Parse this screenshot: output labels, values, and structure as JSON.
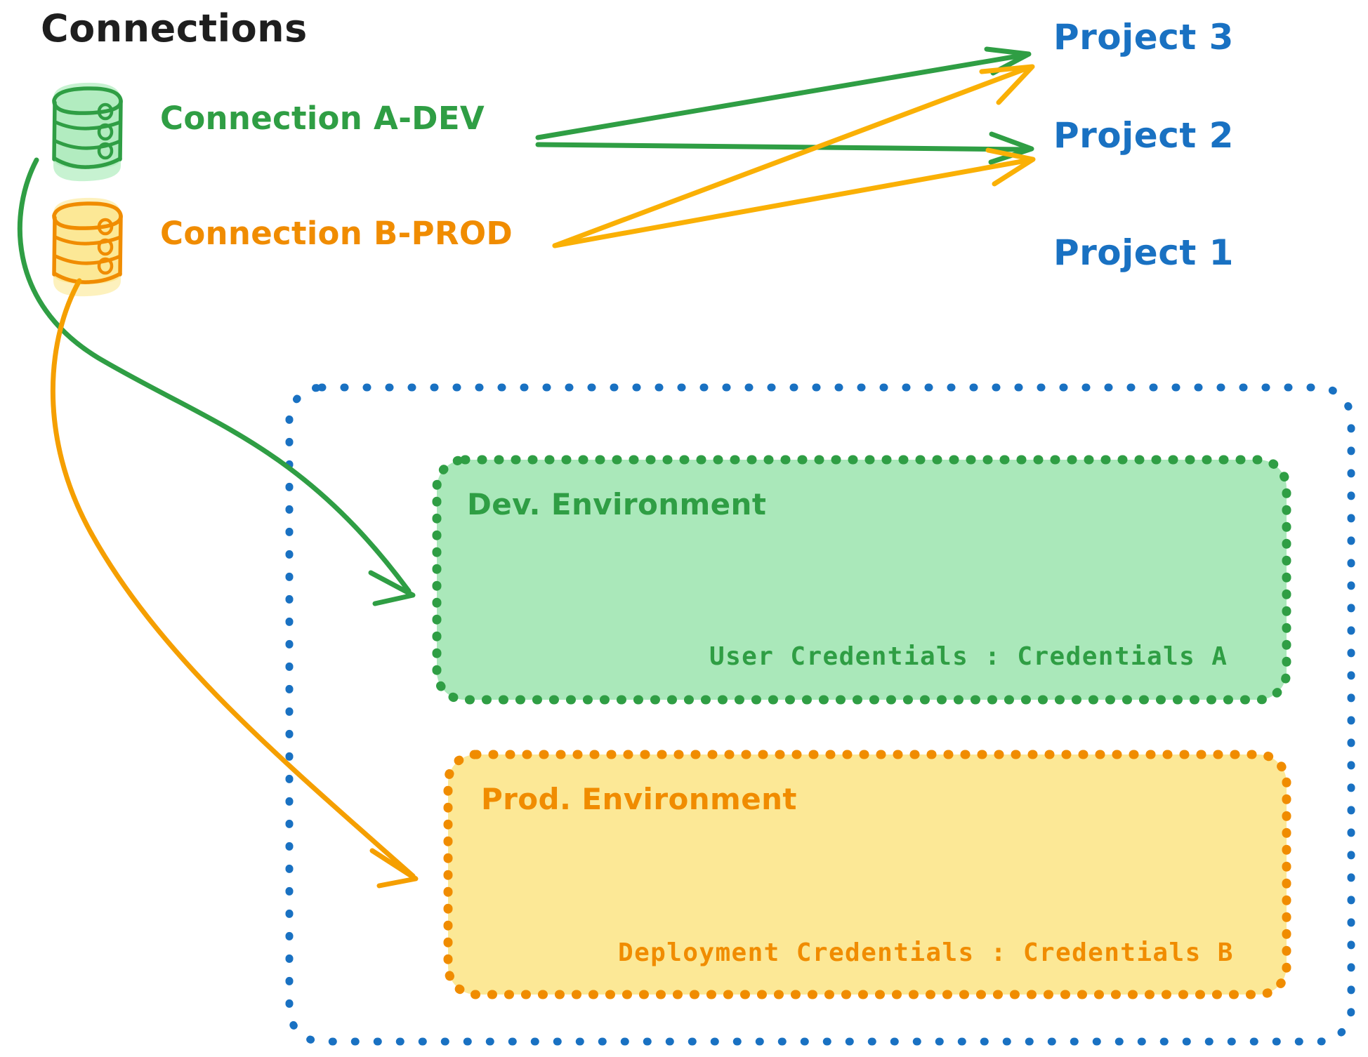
{
  "diagram": {
    "title": "Connections",
    "colors": {
      "green_stroke": "#2f9e44",
      "green_fill": "#aae8ba",
      "orange_stroke": "#f08c00",
      "orange_fill": "#fce896",
      "blue": "#1971c2",
      "black": "#1e1e1e"
    },
    "connections": [
      {
        "id": "a-dev",
        "label": "Connection A-DEV",
        "icon": "database-icon",
        "color": "#2f9e44"
      },
      {
        "id": "b-prod",
        "label": "Connection B-PROD",
        "icon": "database-icon",
        "color": "#f08c00"
      }
    ],
    "projects": [
      {
        "id": "project-3",
        "label": "Project 3"
      },
      {
        "id": "project-2",
        "label": "Project 2"
      },
      {
        "id": "project-1",
        "label": "Project 1"
      }
    ],
    "environments": [
      {
        "id": "dev",
        "title": "Dev. Environment",
        "credentials_label": "User Credentials : Credentials A",
        "color": "#2f9e44"
      },
      {
        "id": "prod",
        "title": "Prod. Environment",
        "credentials_label": "Deployment Credentials : Credentials B",
        "color": "#f08c00"
      }
    ],
    "edges": [
      {
        "from": "Connection A-DEV",
        "to": "Project 3",
        "color": "#2f9e44"
      },
      {
        "from": "Connection A-DEV",
        "to": "Project 2",
        "color": "#2f9e44"
      },
      {
        "from": "Connection A-DEV",
        "to": "Dev. Environment",
        "color": "#2f9e44"
      },
      {
        "from": "Connection B-PROD",
        "to": "Project 3",
        "color": "#f08c00"
      },
      {
        "from": "Connection B-PROD",
        "to": "Project 2",
        "color": "#f08c00"
      },
      {
        "from": "Connection B-PROD",
        "to": "Prod. Environment",
        "color": "#f08c00"
      }
    ]
  }
}
